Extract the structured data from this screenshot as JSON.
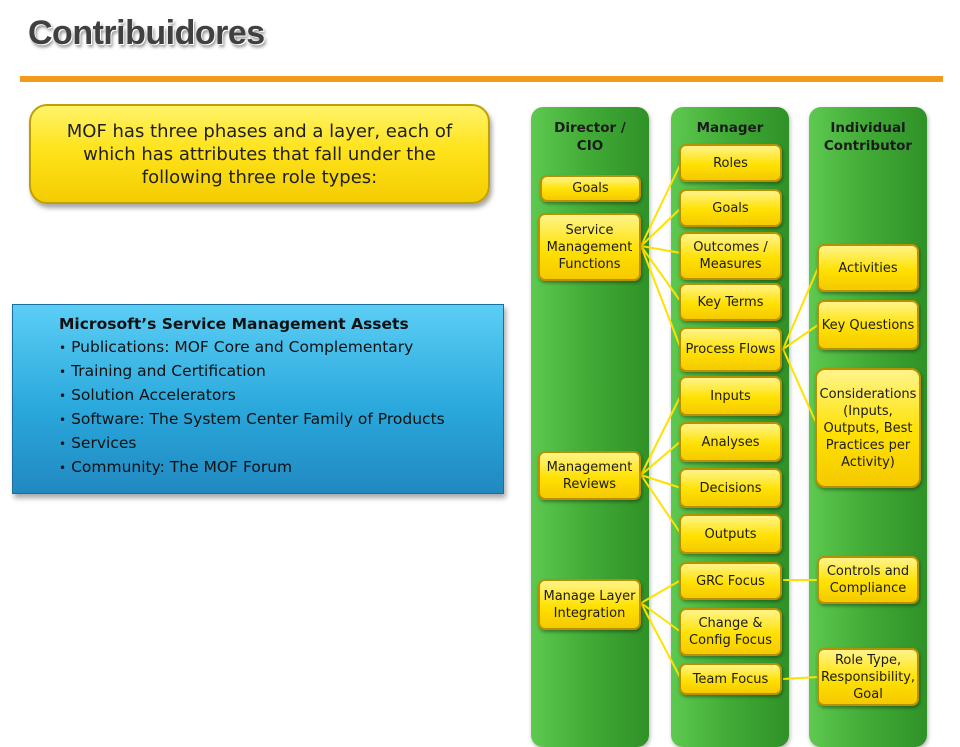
{
  "title": "Contribuidores",
  "callout": "MOF has three phases and a layer, each of which has attributes that fall under the following three role types:",
  "assets": {
    "heading": "Microsoft’s Service Management Assets",
    "items": [
      "Publications: MOF Core and Complementary",
      "Training and Certification",
      "Solution Accelerators",
      "Software: The System Center Family of Products",
      "Services",
      "Community: The MOF Forum"
    ]
  },
  "columns": {
    "director": "Director / CIO",
    "manager": "Manager",
    "individual": "Individual Contributor"
  },
  "director_boxes": [
    "Goals",
    "Service Management Functions",
    "Management Reviews",
    "Manage Layer Integration"
  ],
  "manager_boxes": [
    "Roles",
    "Goals",
    "Outcomes / Measures",
    "Key Terms",
    "Process Flows",
    "Inputs",
    "Analyses",
    "Decisions",
    "Outputs",
    "GRC Focus",
    "Change & Config Focus",
    "Team Focus"
  ],
  "individual_boxes": [
    "Activities",
    "Key Questions",
    "Considerations (Inputs, Outputs, Best Practices per Activity)",
    "Controls and Compliance",
    "Role Type, Responsibility, Goal"
  ],
  "colors": {
    "accent_rule": "#f29a1c",
    "column_green": "#43ad38",
    "box_yellow": "#ffe100",
    "callout_blue": "#2aa8dc"
  }
}
